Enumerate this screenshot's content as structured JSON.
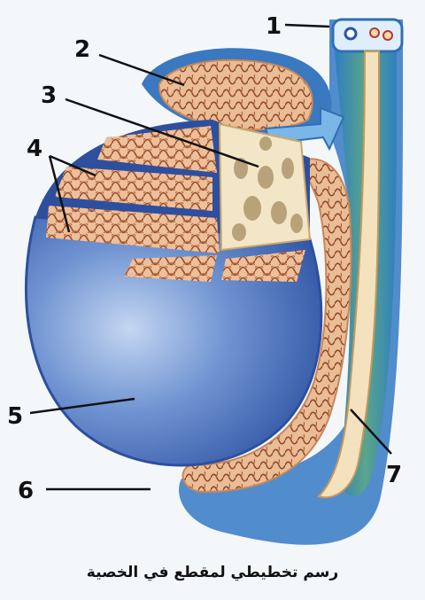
{
  "figure": {
    "caption": "رسم تخطيطي لمقطع في الخصية",
    "colors": {
      "tunica_blue": "#3d63b3",
      "tunica_light": "#8fb4e6",
      "outer_layer": "#3a7cc4",
      "cord_green": "#4f9a7c",
      "tubule_tan": "#e6b489",
      "tubule_dark": "#9a4a2a",
      "rete_cream": "#f2e6c7",
      "vas_cream": "#f3e2bd",
      "artery_red": "#b23a2a"
    },
    "labels": [
      {
        "id": "1",
        "text": "1"
      },
      {
        "id": "2",
        "text": "2"
      },
      {
        "id": "3",
        "text": "3"
      },
      {
        "id": "4",
        "text": "4"
      },
      {
        "id": "5",
        "text": "5"
      },
      {
        "id": "6",
        "text": "6"
      },
      {
        "id": "7",
        "text": "7"
      }
    ]
  }
}
